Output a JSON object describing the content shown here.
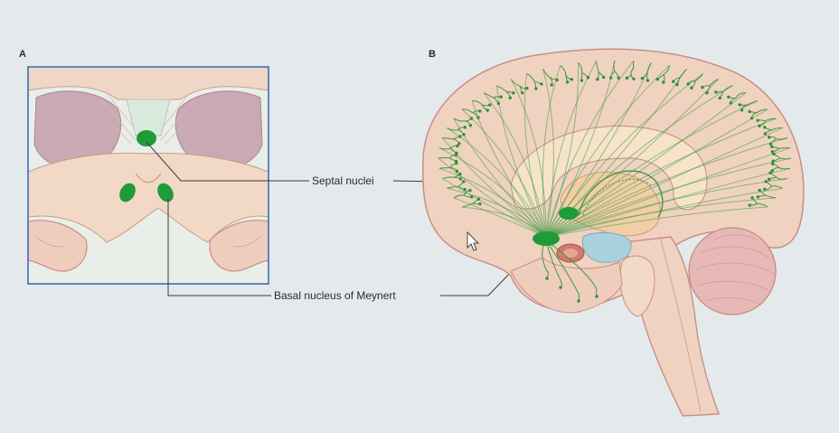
{
  "panels": {
    "a_letter": "A",
    "b_letter": "B"
  },
  "labels": {
    "septal": "Septal nuclei",
    "basal": "Basal nucleus of Meynert"
  },
  "colors": {
    "background": "#e4eaeb",
    "tissue": "#f0d2c0",
    "tissue_outline": "#c98e86",
    "ventricle": "#dbe9df",
    "nucleus_green": "#1f9b3a",
    "fiber_green": "#3c9a3e",
    "frame_blue": "#3d6fb6",
    "blue_region": "#a9d2dc"
  },
  "icons": {
    "cursor": "mouse-pointer-icon"
  }
}
